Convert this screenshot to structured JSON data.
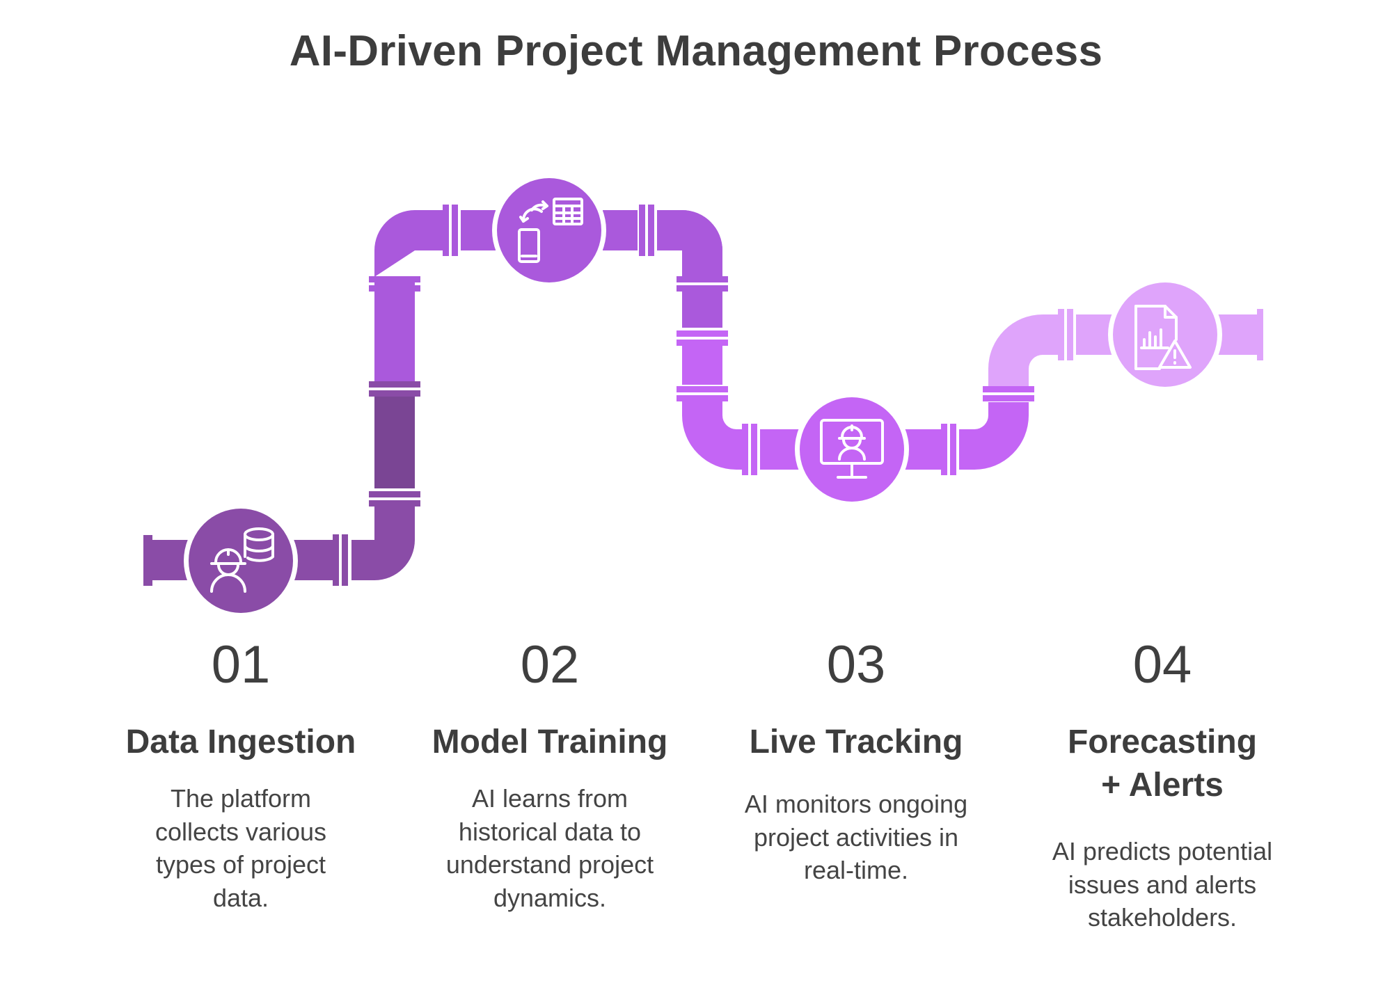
{
  "title": "AI-Driven Project Management Process",
  "colors": {
    "step1": "#8a4ca7",
    "step2": "#aa59dc",
    "step3": "#c465f5",
    "step4": "#dfa4fb",
    "dark_segment": "#7a4594",
    "text": "#3d3d3d"
  },
  "steps": [
    {
      "number": "01",
      "title": "Data Ingestion",
      "description": "The platform collects various types of project data.",
      "icon": "worker-database-icon"
    },
    {
      "number": "02",
      "title": "Model Training",
      "description": "AI learns from historical data to understand project dynamics.",
      "icon": "phone-table-sync-icon"
    },
    {
      "number": "03",
      "title": "Live Tracking",
      "description": "AI monitors ongoing project activities in real-time.",
      "icon": "monitor-worker-icon"
    },
    {
      "number": "04",
      "title": "Forecasting + Alerts",
      "description": "AI predicts potential issues and alerts stakeholders.",
      "icon": "report-warning-icon"
    }
  ]
}
